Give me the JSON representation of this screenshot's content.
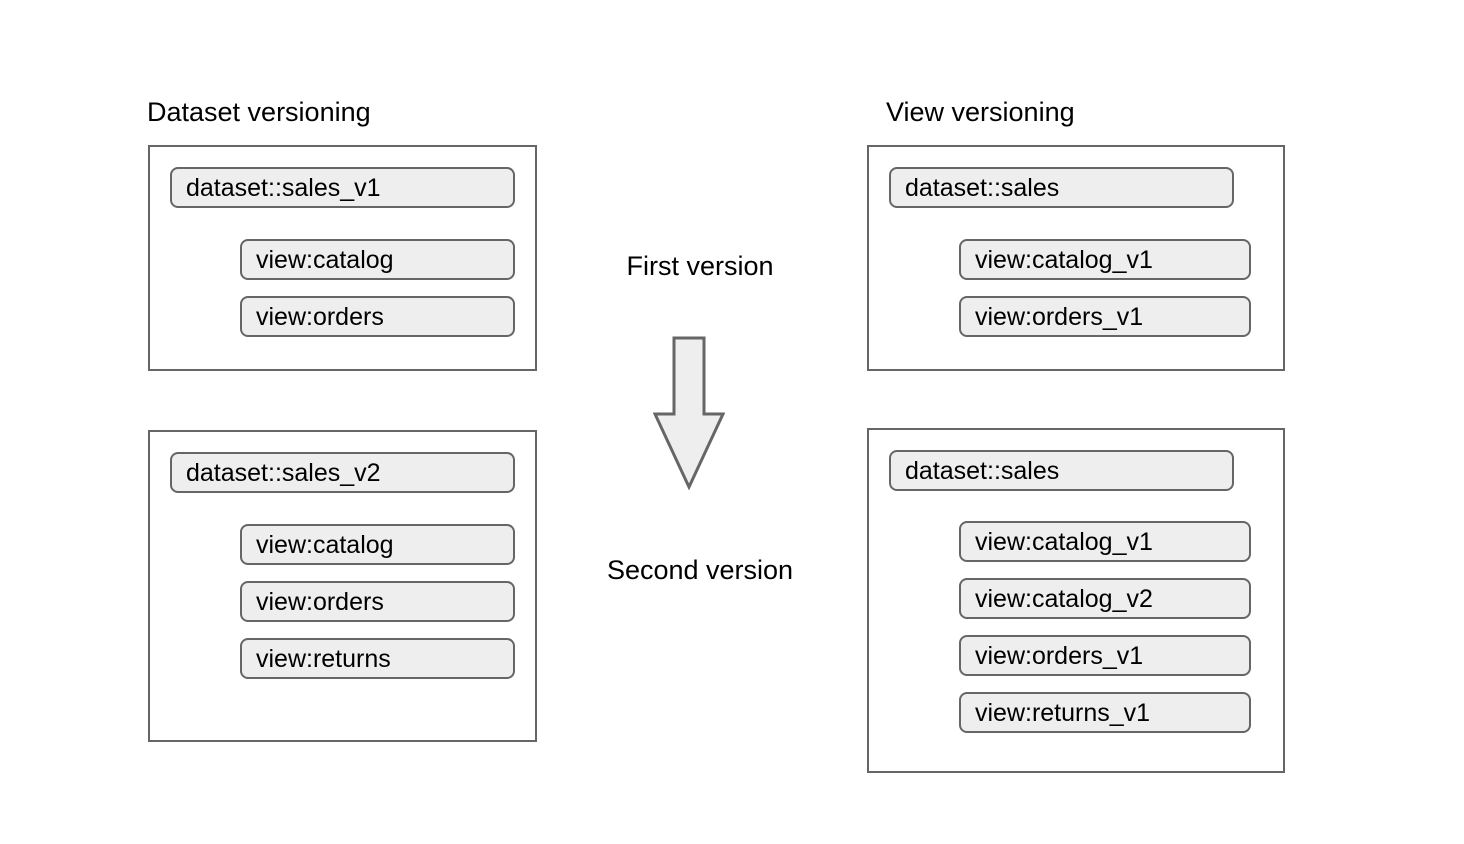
{
  "diagram": {
    "title_left": "Dataset versioning",
    "title_right": "View versioning",
    "center_labels": {
      "first": "First version",
      "second": "Second version"
    },
    "arrow": {
      "name": "down-block-arrow",
      "direction": "down",
      "fill": "#eeeeee",
      "stroke": "#666666"
    },
    "colors": {
      "box_border": "#666666",
      "pill_fill": "#eeeeee",
      "pill_border": "#666666",
      "background": "#ffffff",
      "text": "#000000"
    },
    "columns": [
      {
        "id": "dataset-versioning",
        "title": "Dataset versioning",
        "groups": [
          {
            "id": "dataset-versioning-v1",
            "dataset": "dataset::sales_v1",
            "views": [
              "view:catalog",
              "view:orders"
            ]
          },
          {
            "id": "dataset-versioning-v2",
            "dataset": "dataset::sales_v2",
            "views": [
              "view:catalog",
              "view:orders",
              "view:returns"
            ]
          }
        ]
      },
      {
        "id": "view-versioning",
        "title": "View versioning",
        "groups": [
          {
            "id": "view-versioning-v1",
            "dataset": "dataset::sales",
            "views": [
              "view:catalog_v1",
              "view:orders_v1"
            ]
          },
          {
            "id": "view-versioning-v2",
            "dataset": "dataset::sales",
            "views": [
              "view:catalog_v1",
              "view:catalog_v2",
              "view:orders_v1",
              "view:returns_v1"
            ]
          }
        ]
      }
    ]
  }
}
